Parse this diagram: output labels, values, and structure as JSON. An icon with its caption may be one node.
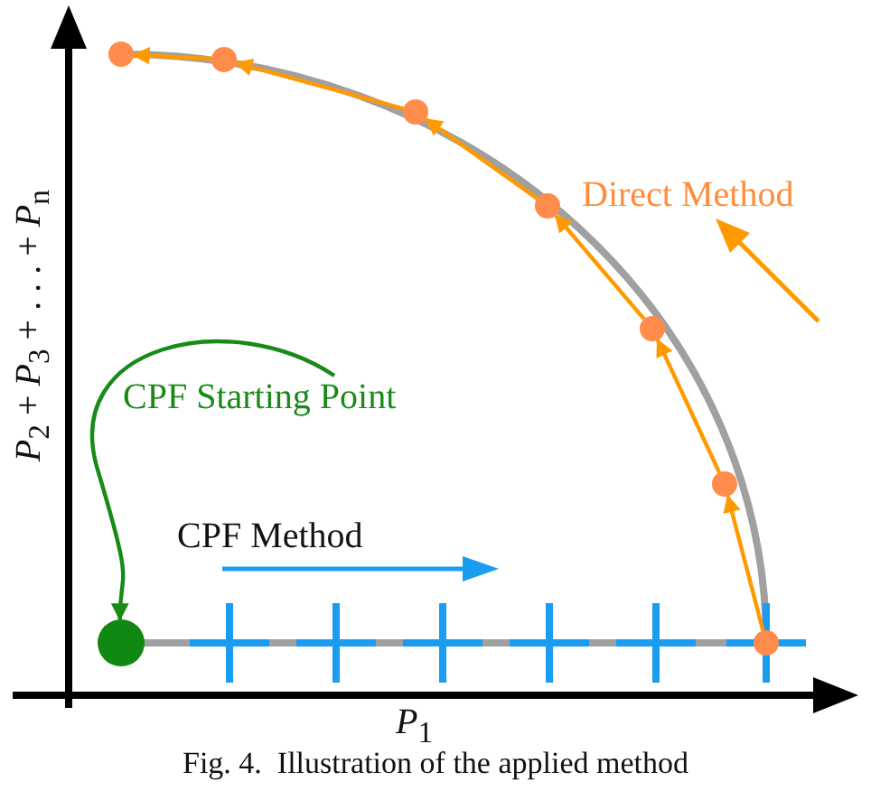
{
  "diagram": {
    "caption": "Fig. 4.  Illustration of the applied method",
    "nodes": [
      {
        "text": [
          "CPF Starting Point"
        ]
      },
      {
        "text": [],
        "shape": "circle"
      },
      {
        "text": [],
        "shape": "circle"
      },
      {
        "text": [],
        "shape": "circle"
      },
      {
        "text": [],
        "shape": "circle"
      },
      {
        "text": [],
        "shape": "circle"
      },
      {
        "text": [],
        "shape": "circle"
      },
      {
        "text": [],
        "shape": "circle"
      },
      {
        "text": [],
        "shape": "circle"
      }
    ],
    "edges": [
      {
        "from": 0,
        "to": 1,
        "arrow": "to",
        "color": "#178a17"
      },
      {
        "from": 8,
        "to": 7,
        "arrow": "to"
      },
      {
        "from": 7,
        "to": 6,
        "arrow": "to"
      },
      {
        "from": 6,
        "to": 5,
        "arrow": "to"
      },
      {
        "from": 5,
        "to": 4,
        "arrow": "to"
      },
      {
        "from": 4,
        "to": 3,
        "arrow": "to"
      },
      {
        "from": 3,
        "to": 2,
        "arrow": "to"
      }
    ],
    "labels": [
      "Direct Method",
      "CPF Method",
      "*P*$_{2}$ + *P*$_{3}$ + . . . + *P*$_{n}$",
      "*P*$_{1}$"
    ]
  }
}
